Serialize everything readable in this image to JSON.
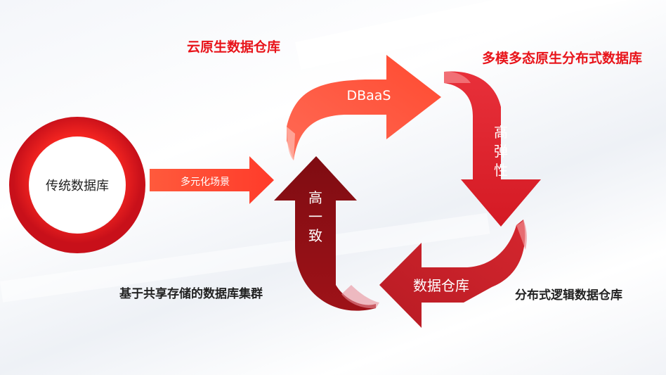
{
  "center": {
    "label": "传统数据库"
  },
  "arrow_main": {
    "label": "多元化场景"
  },
  "cycle": {
    "top": "DBaaS",
    "right": [
      "高",
      "弹",
      "性"
    ],
    "bottom": "数据仓库",
    "left": [
      "高",
      "一",
      "致"
    ]
  },
  "captions": {
    "top_left": "云原生数据仓库",
    "top_right": "多模多态原生分布式数据库",
    "bottom_left": "基于共享存储的数据库集群",
    "bottom_right": "分布式逻辑数据仓库"
  },
  "colors": {
    "ring_red": "#e8141a",
    "arrow_orange": "#ff5a3c",
    "arrow_red": "#d81e2a",
    "arrow_crimson": "#c0202a",
    "arrow_darkred": "#8e1016",
    "caption_red": "#e8141a"
  }
}
